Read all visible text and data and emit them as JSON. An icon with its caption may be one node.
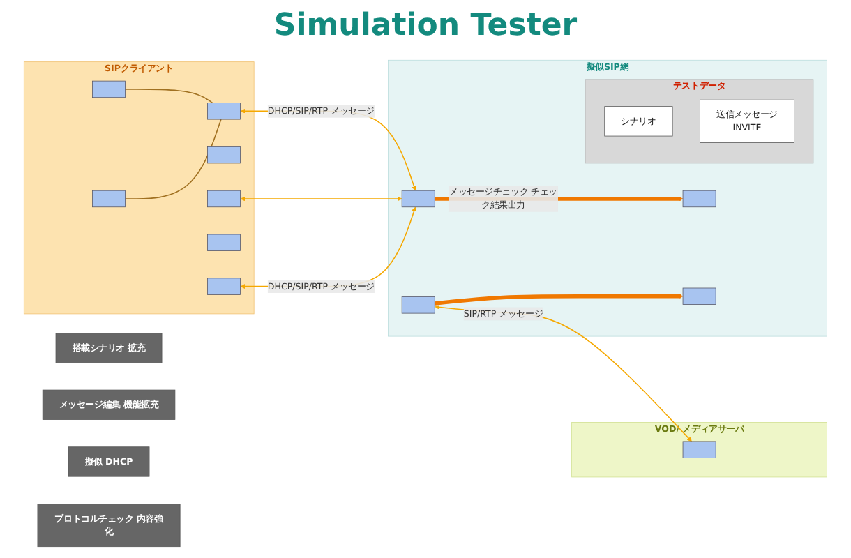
{
  "diagram": {
    "title": "Simulation Tester",
    "nodes": [
      {
        "text": [
          "SIPクライアント"
        ]
      },
      {
        "text": [],
        "shape": "box",
        "in": 0
      },
      {
        "text": [],
        "shape": "box",
        "in": 0
      },
      {
        "text": [],
        "shape": "box",
        "in": 0
      },
      {
        "text": [],
        "shape": "box",
        "in": 0
      },
      {
        "text": [],
        "shape": "box",
        "in": 0
      },
      {
        "text": [],
        "shape": "box",
        "in": 0
      },
      {
        "text": [],
        "shape": "box",
        "in": 0
      },
      {
        "text": [
          "擬似SIP網"
        ]
      },
      {
        "text": [
          "テストデータ"
        ],
        "in": 8
      },
      {
        "text": [
          "シナリオ"
        ],
        "in": 9
      },
      {
        "text": [
          "送信メッセージ",
          "INVITE"
        ],
        "in": 9
      },
      {
        "text": [],
        "shape": "box",
        "in": 8
      },
      {
        "text": [],
        "shape": "box",
        "in": 8
      },
      {
        "text": [],
        "shape": "box",
        "in": 8
      },
      {
        "text": [],
        "shape": "box",
        "in": 8
      },
      {
        "text": [
          "VOD/ メディアサーバ"
        ]
      },
      {
        "text": [],
        "shape": "box",
        "in": 16
      },
      {
        "text": [
          "搭載シナリオ 拡充"
        ]
      },
      {
        "text": [
          "メッセージ編集 機能拡充"
        ]
      },
      {
        "text": [
          "擬似 DHCP"
        ]
      },
      {
        "text": [
          "プロトコルチェック 内容強化"
        ]
      }
    ],
    "edges": [
      {
        "from": 1,
        "to": 2,
        "arrow": "none",
        "color": "#a07020"
      },
      {
        "from": 3,
        "to": 2,
        "arrow": "none",
        "color": "#a07020"
      },
      {
        "from": 2,
        "to": 12,
        "arrow": "both",
        "label": "DHCP/SIP/RTP メッセージ"
      },
      {
        "from": 5,
        "to": 12,
        "arrow": "both"
      },
      {
        "from": 7,
        "to": 12,
        "arrow": "both",
        "label": "DHCP/SIP/RTP メッセージ"
      },
      {
        "from": 13,
        "to": 17,
        "arrow": "both",
        "label": "SIP/RTP メッセージ"
      },
      {
        "from": 12,
        "to": 14,
        "arrow": "to",
        "style": "thick",
        "color": "#f07800",
        "label": "メッセージチェック チェック結果出力"
      },
      {
        "from": 13,
        "to": 15,
        "arrow": "to",
        "style": "thick",
        "color": "#f07800"
      }
    ]
  }
}
